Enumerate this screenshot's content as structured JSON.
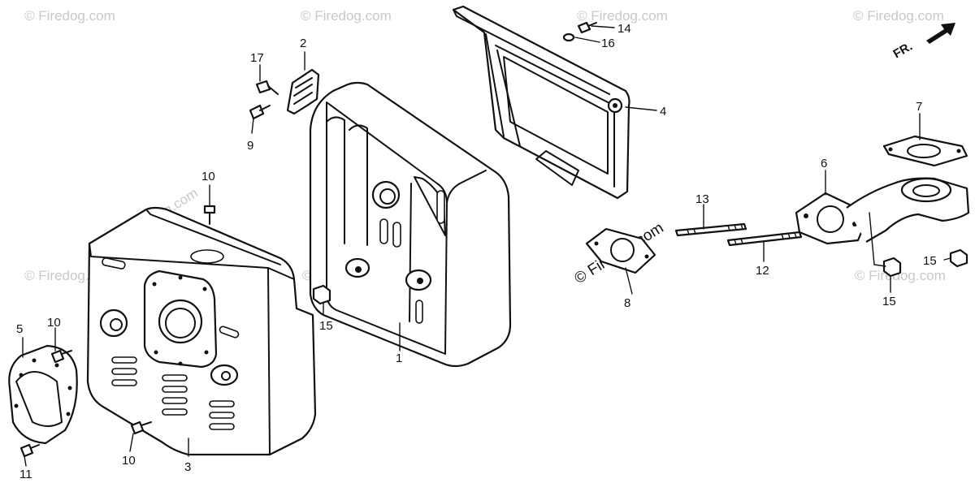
{
  "watermark": "© Firedog.com",
  "direction_label": "FR.",
  "callouts": {
    "c1": "1",
    "c2": "2",
    "c3": "3",
    "c4": "4",
    "c5": "5",
    "c6": "6",
    "c7": "7",
    "c8": "8",
    "c9": "9",
    "c10a": "10",
    "c10b": "10",
    "c10c": "10",
    "c11": "11",
    "c12": "12",
    "c13": "13",
    "c14": "14",
    "c15a": "15",
    "c15b": "15",
    "c15c": "15",
    "c16": "16",
    "c17": "17"
  }
}
